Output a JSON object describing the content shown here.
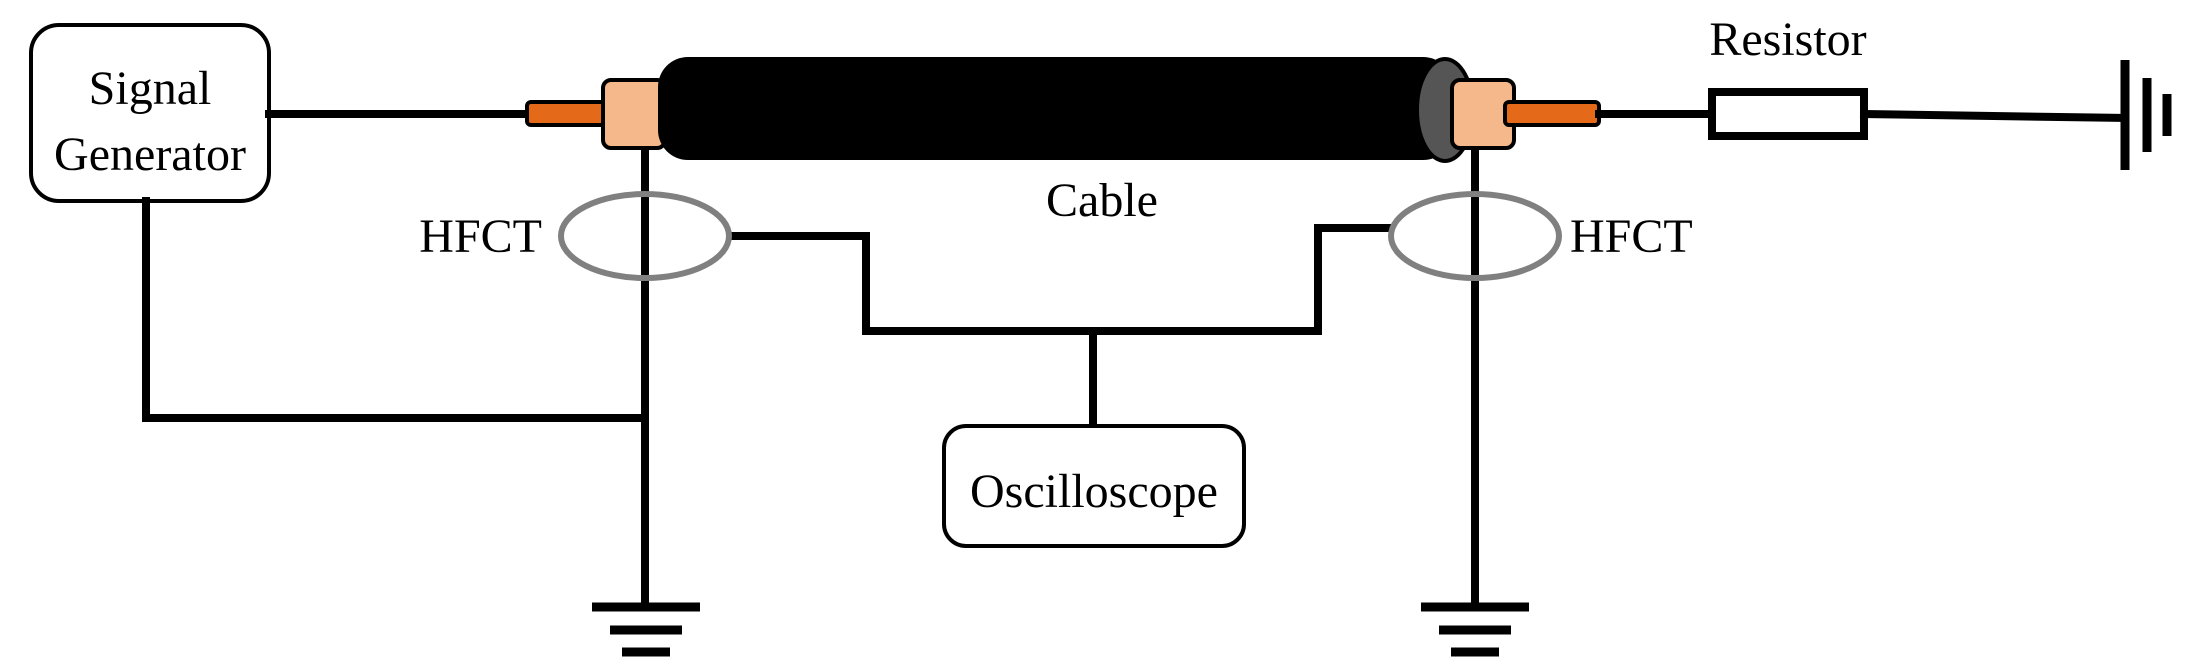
{
  "labels": {
    "signal_generator_line1": "Signal",
    "signal_generator_line2": "Generator",
    "cable": "Cable",
    "hfct_left": "HFCT",
    "hfct_right": "HFCT",
    "oscilloscope": "Oscilloscope",
    "resistor": "Resistor"
  },
  "colors": {
    "wire": "#000000",
    "cable_body": "#000000",
    "cable_end_cap": "#555555",
    "insulation": "#f4b88a",
    "conductor": "#e46a1a",
    "hfct_ring": "#808080"
  },
  "icons": {
    "ground_symbol": "ground-icon",
    "chassis_ground_symbol": "chassis-ground-icon",
    "resistor_symbol": "resistor-icon"
  }
}
